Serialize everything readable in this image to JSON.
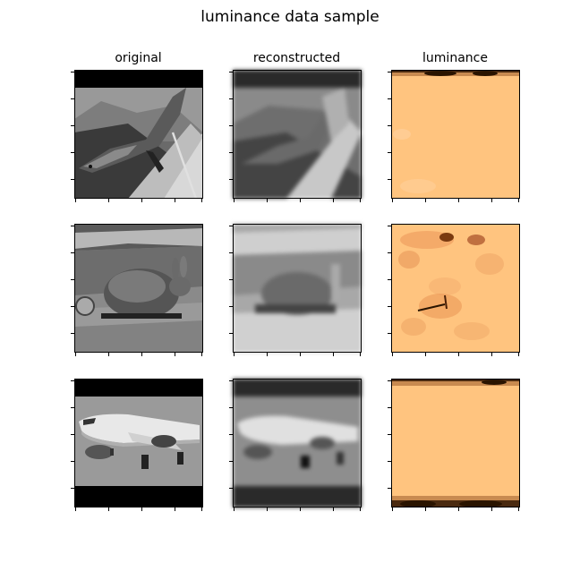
{
  "figure": {
    "title": "luminance data sample",
    "columns": [
      "original",
      "reconstructed",
      "luminance"
    ],
    "rows": [
      {
        "subject": "lizard"
      },
      {
        "subject": "rabbit"
      },
      {
        "subject": "airplane"
      }
    ]
  },
  "colors": {
    "luminance_base": "#ffc47f",
    "luminance_dark": "#2a1400",
    "original_letterbox": "#000000",
    "reconstructed_letterbox": "#2a2a2a"
  }
}
